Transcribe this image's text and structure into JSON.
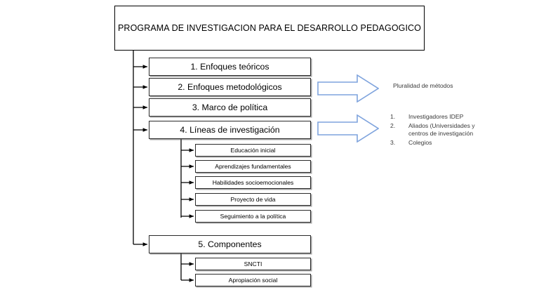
{
  "diagram": {
    "title": "PROGRAMA DE INVESTIGACION PARA EL DESARROLLO PEDAGOGICO",
    "main_items": [
      {
        "label": "1.   Enfoques teóricos"
      },
      {
        "label": "2. Enfoques metodológicos"
      },
      {
        "label": "3. Marco de política"
      },
      {
        "label": "4. Líneas de investigación"
      },
      {
        "label": "5. Componentes"
      }
    ],
    "lineas_subitems": [
      {
        "label": "Educación inicial"
      },
      {
        "label": "Aprendizajes fundamentales"
      },
      {
        "label": "Habilidades socioemocionales"
      },
      {
        "label": "Proyecto de vida"
      },
      {
        "label": "Seguimiento a la política"
      }
    ],
    "componentes_subitems": [
      {
        "label": "SNCTI"
      },
      {
        "label": "Apropiación social"
      }
    ],
    "annotations": {
      "pluralidad": "Pluralidad de métodos",
      "actores": [
        {
          "num": "1.",
          "text": "Investigadores IDEP"
        },
        {
          "num": "2.",
          "text": "Aliados (Universidades y\ncentros de investigación"
        },
        {
          "num": "3.",
          "text": "Colegios"
        }
      ]
    },
    "colors": {
      "box_border": "#2b2b2b",
      "title_border": "#000000",
      "arrow_outline": "#7ea3dd",
      "arrow_fill": "#ffffff",
      "connector": "#000000",
      "note_text": "#3a3a3a"
    },
    "icons": {
      "arrow_1": "block-arrow-right-icon",
      "arrow_2": "block-arrow-right-icon"
    }
  }
}
